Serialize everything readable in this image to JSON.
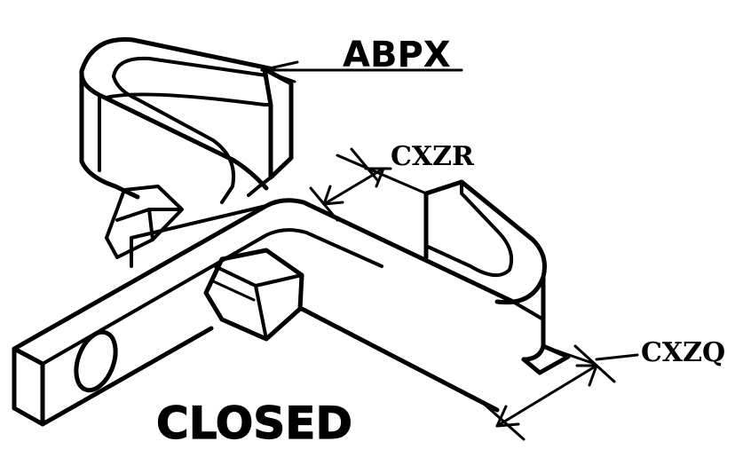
{
  "labels": {
    "abpx": "ABPX",
    "cxzr": "CXZR",
    "cxzq": "CXZQ",
    "state": "CLOSED"
  },
  "colors": {
    "ink": "#000000",
    "paper": "#ffffff"
  }
}
